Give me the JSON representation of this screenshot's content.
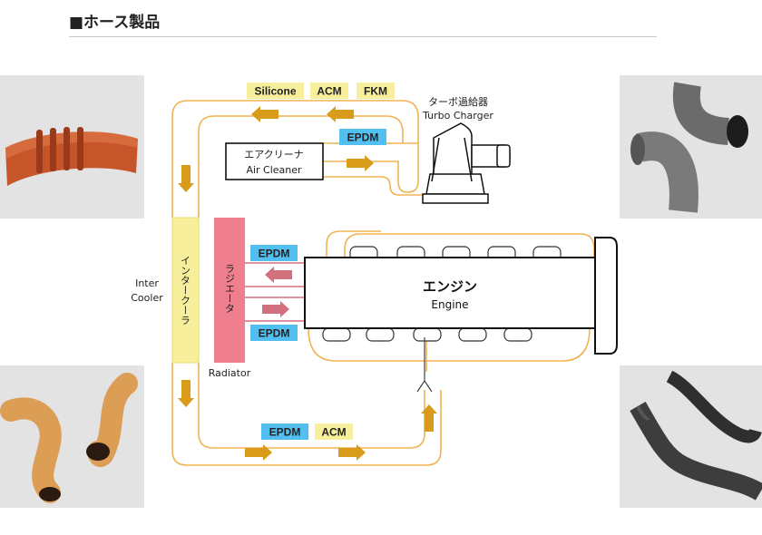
{
  "page": {
    "heading": "■ホース製品"
  },
  "colors": {
    "pipe": "#f0b354",
    "arrow_flow": "#d89b1a",
    "arrow_return": "#d4707e",
    "tag_yellow": "#f8ef9c",
    "tag_blue": "#53bff0",
    "radiator": "#ef7f8e",
    "intercooler": "#f8ef9c"
  },
  "tags": {
    "silicone": "Silicone",
    "acm_top": "ACM",
    "fkm": "FKM",
    "epdm_air": "EPDM",
    "epdm_rad_top": "EPDM",
    "epdm_rad_bottom": "EPDM",
    "epdm_bottom": "EPDM",
    "acm_bottom": "ACM"
  },
  "components": {
    "turbo": {
      "ja": "ターボ過給器",
      "en": "Turbo Charger"
    },
    "air_cleaner": {
      "ja": "エアクリーナ",
      "en": "Air Cleaner"
    },
    "inter_cooler": {
      "ja": "インタークーラ",
      "en_line1": "Inter",
      "en_line2": "Cooler"
    },
    "radiator": {
      "ja": "ラジエータ",
      "en": "Radiator"
    },
    "engine": {
      "ja": "エンジン",
      "en": "Engine"
    }
  },
  "photos": [
    {
      "name": "orange-corrugated-hose",
      "color": "#c7552a"
    },
    {
      "name": "tan-bent-hoses",
      "color": "#dc9d55"
    },
    {
      "name": "gray-elbow-hoses",
      "color": "#707070"
    },
    {
      "name": "black-coolant-hoses",
      "color": "#3a3a3a"
    }
  ]
}
